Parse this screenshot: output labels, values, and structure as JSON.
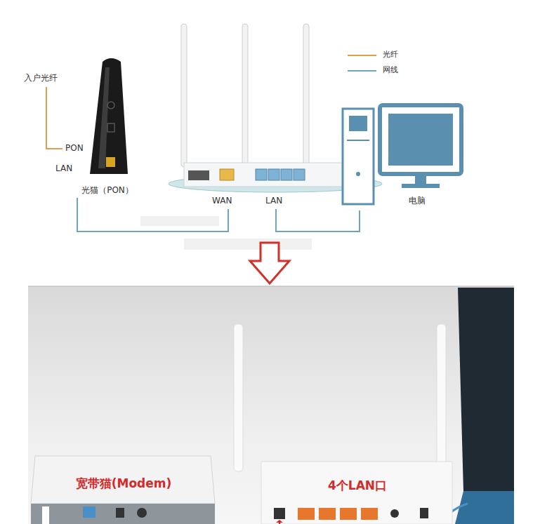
{
  "diagram": {
    "nodes": [
      {
        "text": [
          "光猫（PON）"
        ]
      },
      {
        "text": [
          "WAN",
          "LAN"
        ]
      },
      {
        "text": [
          "电脑"
        ]
      },
      {
        "text": [
          "宽带猫(Modem)"
        ]
      },
      {
        "text": [
          "4个LAN口"
        ]
      }
    ],
    "edges": [
      {
        "from": 0,
        "to": 1,
        "arrow": "none"
      },
      {
        "from": 1,
        "to": 2,
        "arrow": "none"
      }
    ],
    "labels": [
      "入户光纤",
      "PON",
      "LAN"
    ],
    "legend": [
      {
        "text": "光纤"
      },
      {
        "text": "网线"
      }
    ]
  }
}
